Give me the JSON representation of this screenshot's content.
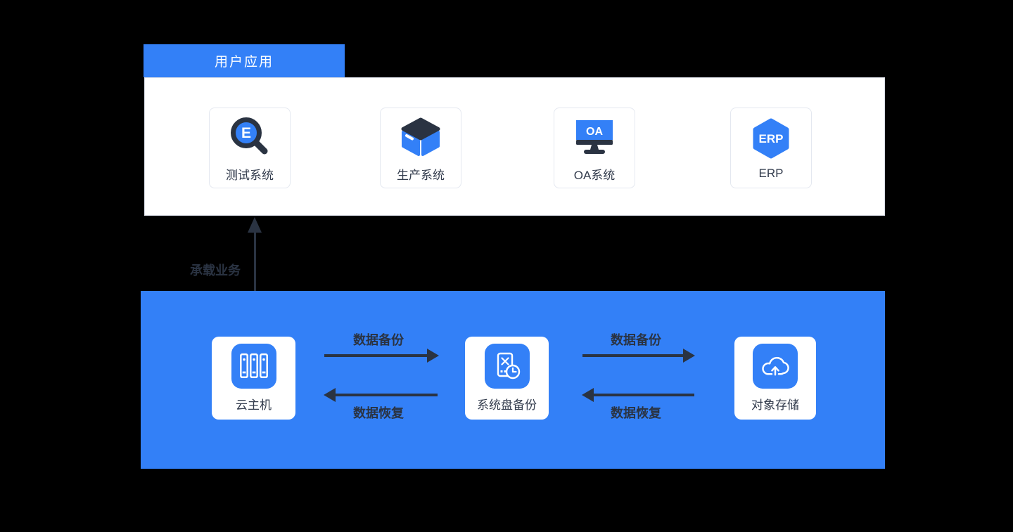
{
  "colors": {
    "accent_blue": "#3380F7",
    "dark_slate": "#2A3342",
    "label_text": "#333C4D",
    "panel_white": "#FFFFFF",
    "background": "#000000"
  },
  "header_tab": {
    "label": "用户应用"
  },
  "app_panel": {
    "cards": [
      {
        "label": "测试系统",
        "icon": "magnifier-e-icon",
        "icon_text": "E"
      },
      {
        "label": "生产系统",
        "icon": "cube-icon"
      },
      {
        "label": "OA系统",
        "icon": "monitor-icon",
        "icon_text": "OA"
      },
      {
        "label": "ERP",
        "icon": "hexagon-icon",
        "icon_text": "ERP"
      }
    ]
  },
  "carry_arrow": {
    "label": "承载业务",
    "direction": "up"
  },
  "infra_panel": {
    "nodes": [
      {
        "label": "云主机",
        "icon": "server-rack-icon"
      },
      {
        "label": "系统盘备份",
        "icon": "disk-backup-clock-icon"
      },
      {
        "label": "对象存储",
        "icon": "cloud-upload-icon"
      }
    ],
    "flows": [
      {
        "backup_label": "数据备份",
        "restore_label": "数据恢复"
      },
      {
        "backup_label": "数据备份",
        "restore_label": "数据恢复"
      }
    ]
  }
}
